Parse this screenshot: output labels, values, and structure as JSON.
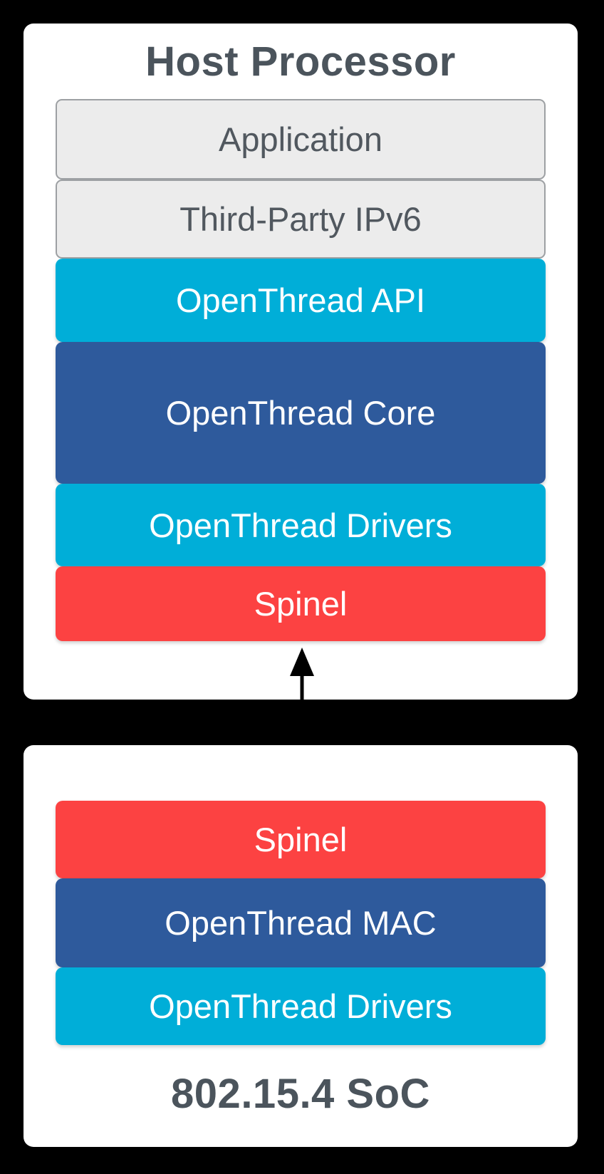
{
  "host_card": {
    "title": "Host Processor",
    "layers": [
      {
        "label": "Application",
        "style": "gray"
      },
      {
        "label": "Third-Party IPv6",
        "style": "gray"
      },
      {
        "label": "OpenThread API",
        "style": "cyan"
      },
      {
        "label": "OpenThread Core",
        "style": "blue"
      },
      {
        "label": "OpenThread Drivers",
        "style": "cyan"
      },
      {
        "label": "Spinel",
        "style": "red"
      }
    ]
  },
  "soc_card": {
    "title": "802.15.4 SoC",
    "layers": [
      {
        "label": "Spinel",
        "style": "red"
      },
      {
        "label": "OpenThread MAC",
        "style": "blue"
      },
      {
        "label": "OpenThread Drivers",
        "style": "cyan"
      }
    ]
  },
  "connector": {
    "icon": "double-headed-vertical-arrow",
    "color": "#000000"
  },
  "colors": {
    "background": "#000000",
    "card": "#FFFFFF",
    "title_text": "#4B545C",
    "gray_text": "#51585F",
    "gray_fill": "#ECECEC",
    "gray_border": "#9DA0A3",
    "cyan": "#00AED8",
    "blue": "#2E5A9C",
    "red": "#FC4242"
  }
}
